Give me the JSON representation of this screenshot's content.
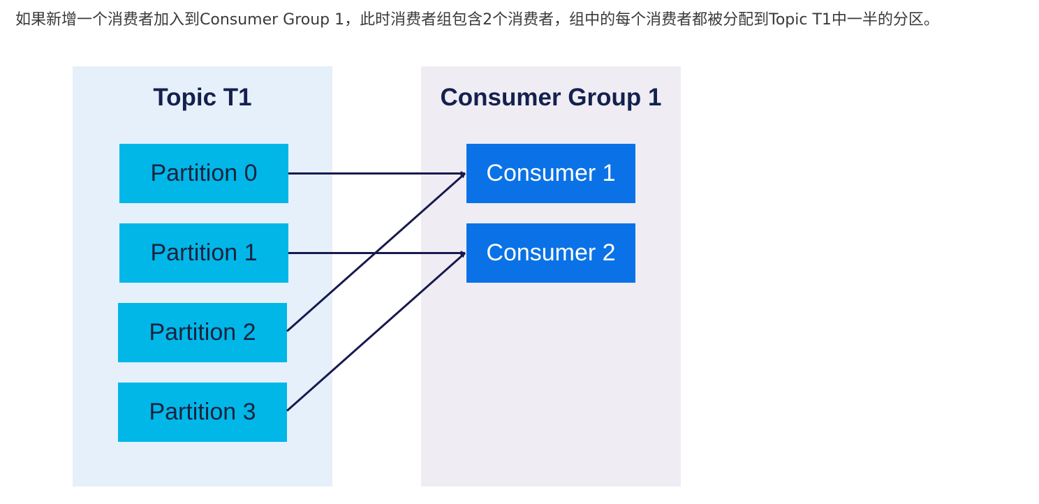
{
  "intro_text": "如果新增一个消费者加入到Consumer Group 1，此时消费者组包含2个消费者，组中的每个消费者都被分配到Topic T1中一半的分区。",
  "topic": {
    "title": "Topic T1",
    "partitions": [
      "Partition 0",
      "Partition 1",
      "Partition 2",
      "Partition 3"
    ]
  },
  "group": {
    "title": "Consumer Group 1",
    "consumers": [
      "Consumer 1",
      "Consumer 2"
    ]
  },
  "assignments": [
    {
      "from": 0,
      "to": 0
    },
    {
      "from": 1,
      "to": 1
    },
    {
      "from": 2,
      "to": 0
    },
    {
      "from": 3,
      "to": 1
    }
  ],
  "colors": {
    "topic_panel": "#e6f0fb",
    "group_panel": "#efedf3",
    "partition": "#00b7e8",
    "consumer": "#0a72e6",
    "arrow": "#171a4d"
  }
}
